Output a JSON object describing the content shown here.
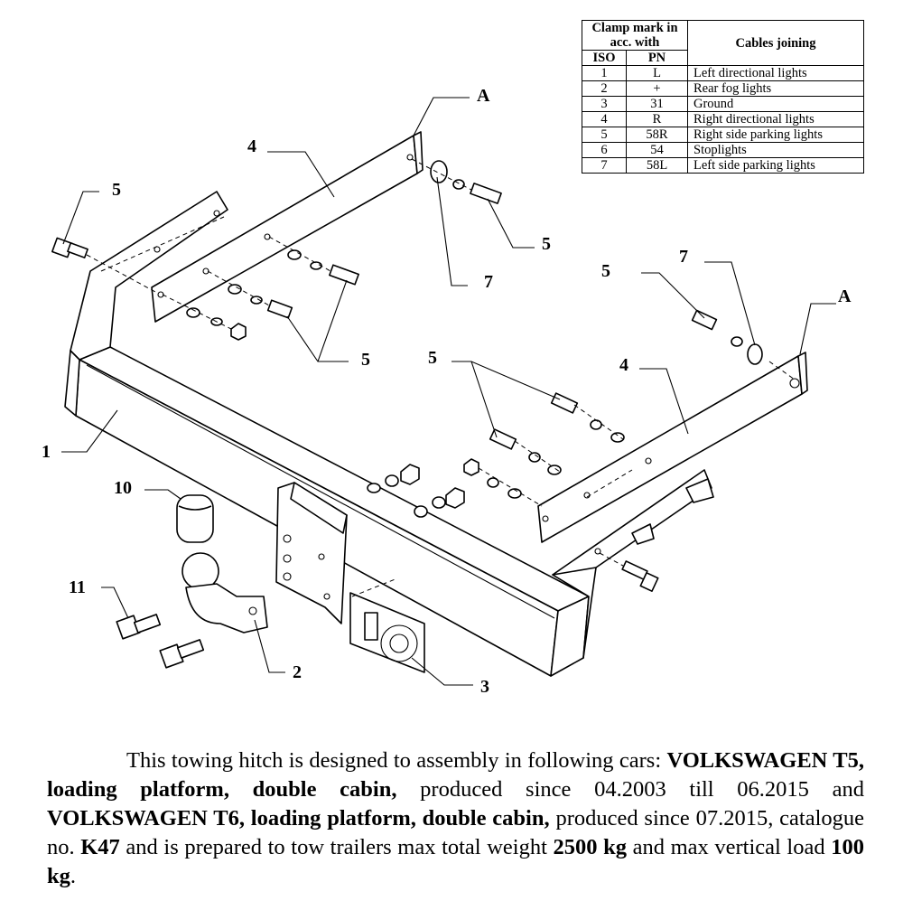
{
  "table": {
    "header_clamp": "Clamp mark in acc. with",
    "header_cables": "Cables joining",
    "header_iso": "ISO",
    "header_pn": "PN",
    "rows": [
      {
        "iso": "1",
        "pn": "L",
        "desc": "Left directional lights"
      },
      {
        "iso": "2",
        "pn": "+",
        "desc": "Rear fog lights"
      },
      {
        "iso": "3",
        "pn": "31",
        "desc": "Ground"
      },
      {
        "iso": "4",
        "pn": "R",
        "desc": "Right directional lights"
      },
      {
        "iso": "5",
        "pn": "58R",
        "desc": "Right side parking lights"
      },
      {
        "iso": "6",
        "pn": "54",
        "desc": "Stoplights"
      },
      {
        "iso": "7",
        "pn": "58L",
        "desc": "Left side parking lights"
      }
    ]
  },
  "callouts": {
    "a_top": "A",
    "a_right": "A",
    "four_left": "4",
    "four_right": "4",
    "five_tl": "5",
    "five_tr": "5",
    "five_mid": "5",
    "five_right_top": "5",
    "five_right_mid": "5",
    "seven_top": "7",
    "seven_right": "7",
    "one": "1",
    "ten": "10",
    "eleven": "11",
    "two": "2",
    "three": "3"
  },
  "description": {
    "p1": "This towing hitch is designed to assembly in following cars: ",
    "car1": "VOLKSWAGEN T5, loading platform, double cabin,",
    "p2": " produced since 04.2003 till 06.2015 and ",
    "car2": "VOLKSWAGEN T6, loading platform, double cabin,",
    "p3": " produced since 07.2015, catalogue no. ",
    "catalogue": "K47",
    "p4": " and is prepared to tow trailers max total weight ",
    "weight": "2500 kg",
    "p5": " and max vertical load ",
    "load": "100 kg",
    "p6": "."
  }
}
